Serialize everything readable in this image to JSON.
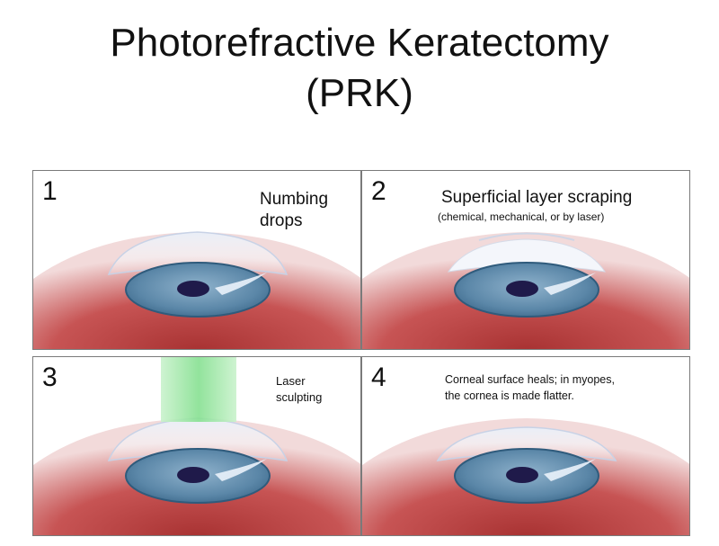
{
  "title": {
    "line1": "Photorefractive Keratectomy",
    "line2": "(PRK)"
  },
  "panels": [
    {
      "number": "1",
      "caption_lines": [
        "Numbing",
        "drops"
      ]
    },
    {
      "number": "2",
      "caption": "Superficial layer scraping",
      "subcaption": "(chemical, mechanical, or by laser)"
    },
    {
      "number": "3",
      "caption_lines": [
        "Laser",
        "sculpting"
      ]
    },
    {
      "number": "4",
      "caption_lines": [
        "Corneal surface heals; in myopes,",
        "the cornea is made flatter."
      ]
    }
  ],
  "colors": {
    "flesh": "#c44a4a",
    "iris": "#5d88a8",
    "pupil": "#1f1a4a",
    "laser": "#8fe39a"
  }
}
